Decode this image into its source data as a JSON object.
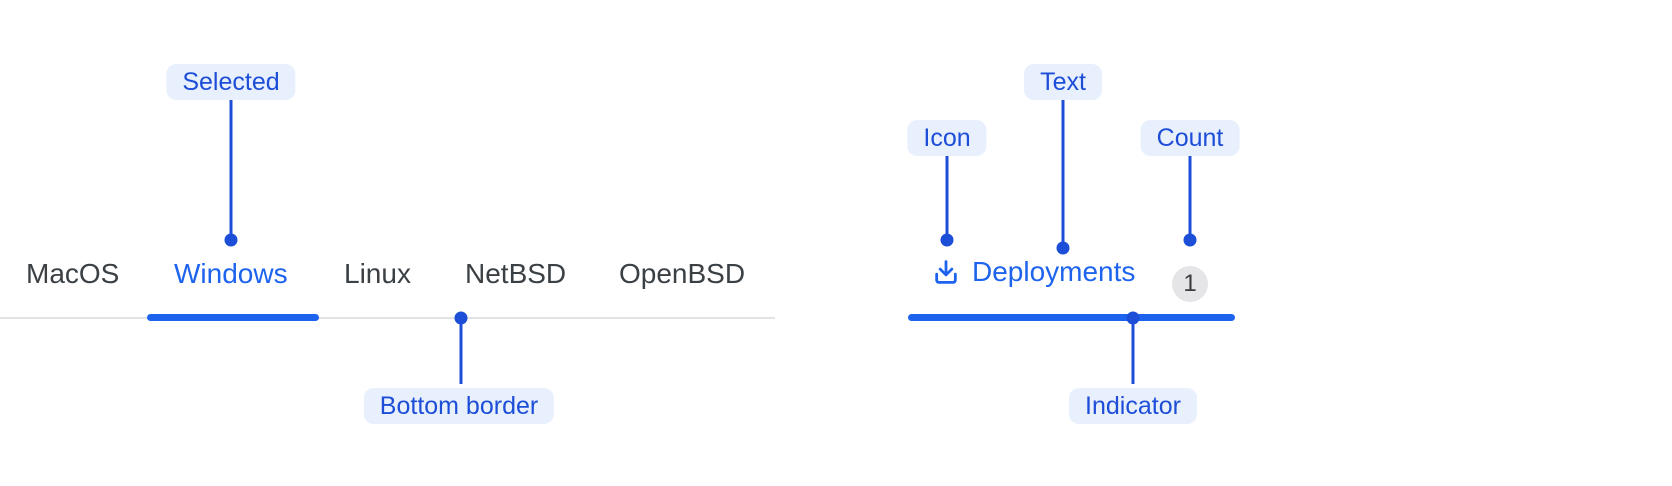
{
  "colors": {
    "accent": "#1d63ed",
    "callout": "#1d4ed8",
    "annotation_bg": "#e8effd",
    "annotation_text": "#1d4ed8",
    "tab_inactive": "#3b4045",
    "divider": "#e3e3e6",
    "badge_bg": "#e5e5e8",
    "badge_text": "#3a3c3e"
  },
  "annotations": {
    "selected": "Selected",
    "bottom_border": "Bottom border",
    "icon": "Icon",
    "text": "Text",
    "count": "Count",
    "indicator": "Indicator"
  },
  "tabs": {
    "items": [
      {
        "label": "MacOS",
        "selected": false
      },
      {
        "label": "Windows",
        "selected": true
      },
      {
        "label": "Linux",
        "selected": false
      },
      {
        "label": "NetBSD",
        "selected": false
      },
      {
        "label": "OpenBSD",
        "selected": false
      }
    ]
  },
  "deployments_tab": {
    "icon": "download-icon",
    "label": "Deployments",
    "count": "1"
  }
}
